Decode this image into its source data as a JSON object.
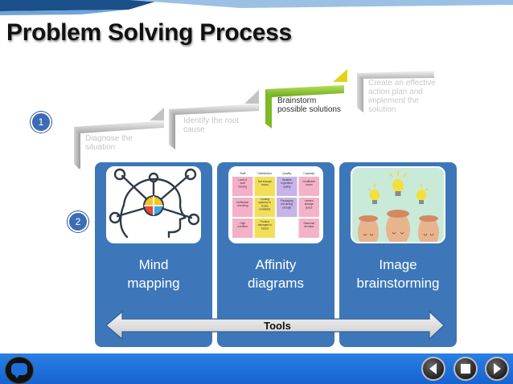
{
  "slide": {
    "title": "Problem Solving Process"
  },
  "steps": {
    "badge_1": "1",
    "badge_2": "2",
    "items": [
      {
        "label": "Diagnose the situation"
      },
      {
        "label": "Identify the root cause"
      },
      {
        "label": "Brainstorm possible solutions"
      },
      {
        "label": "Create an effective action plan and implement the solution"
      }
    ]
  },
  "affinity_grid": {
    "headers": [
      "Staff",
      "Distribution",
      "Quality",
      "Capacity"
    ],
    "rows": [
      [
        "Lack of staff training",
        "Not enough trucks",
        "Variable ingredient quality",
        "Insufficient ovens"
      ],
      [
        "Ineffective recruiting",
        "Cooling systems in trucks unreliable",
        "Packaging not strong enough",
        "Limited storage space"
      ],
      [
        "High overtime",
        "Product damaged in transit",
        "",
        "Seasonal demand"
      ]
    ]
  },
  "tools": {
    "cards": [
      {
        "label": "Mind mapping"
      },
      {
        "label": "Affinity diagrams"
      },
      {
        "label": "Image brainstorming"
      }
    ],
    "arrow_label": "Tools"
  },
  "nav": {
    "chat": "chat-bubble-icon",
    "prev": "arrow-left-icon",
    "stop": "stop-icon",
    "next": "arrow-right-icon"
  },
  "colors": {
    "card_blue": "#3d77b9",
    "badge_blue": "#3c6cb6",
    "highlight_green": "#8ecb2b",
    "triangle_yellow": "#e6d21b",
    "bottom_bar": "#1f6fd8"
  }
}
